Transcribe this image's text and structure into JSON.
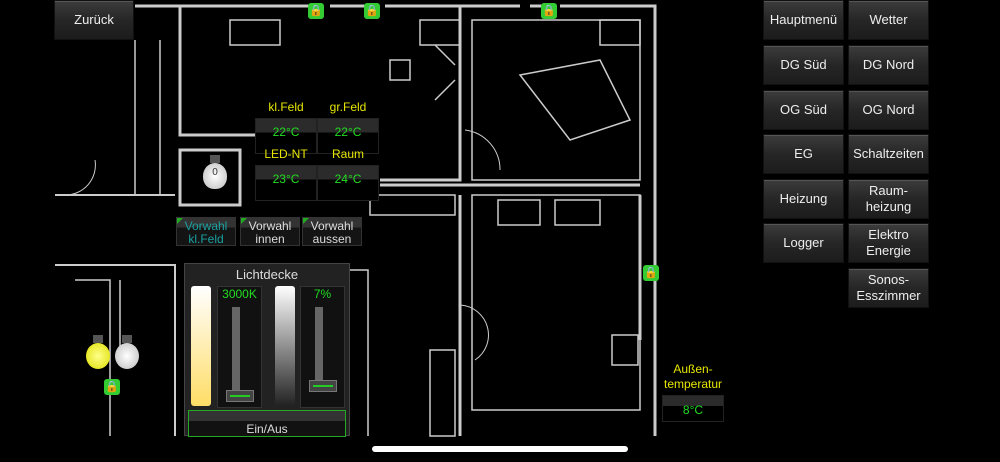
{
  "nav": {
    "back": "Zurück",
    "buttons": [
      "Hauptmenü",
      "Wetter",
      "DG Süd",
      "DG Nord",
      "OG Süd",
      "OG Nord",
      "EG",
      "Schaltzeiten",
      "Heizung",
      "Raum-\nheizung",
      "Logger",
      "Elektro\nEnergie",
      "Sonos-\nEsszimmer"
    ]
  },
  "temps": [
    {
      "label": "kl.Feld",
      "value": "22°C"
    },
    {
      "label": "gr.Feld",
      "value": "22°C"
    },
    {
      "label": "LED-NT",
      "value": "23°C"
    },
    {
      "label": "Raum",
      "value": "24°C"
    }
  ],
  "vorwahl": [
    "Vorwahl\nkl.Feld",
    "Vorwahl\ninnen",
    "Vorwahl\naussen"
  ],
  "light": {
    "title": "Lichtdecke",
    "color_temp": "3000K",
    "brightness": "7%",
    "brightness_fraction": 0.07,
    "color_temp_fraction": 0.05,
    "toggle": "Ein/Aus"
  },
  "bulb_label": "0",
  "outside": {
    "label": "Außen-\ntemperatur",
    "value": "8°C"
  },
  "colors": {
    "accent": "#22dd22",
    "label": "#e6e600",
    "active_text": "#1aa0a0"
  }
}
